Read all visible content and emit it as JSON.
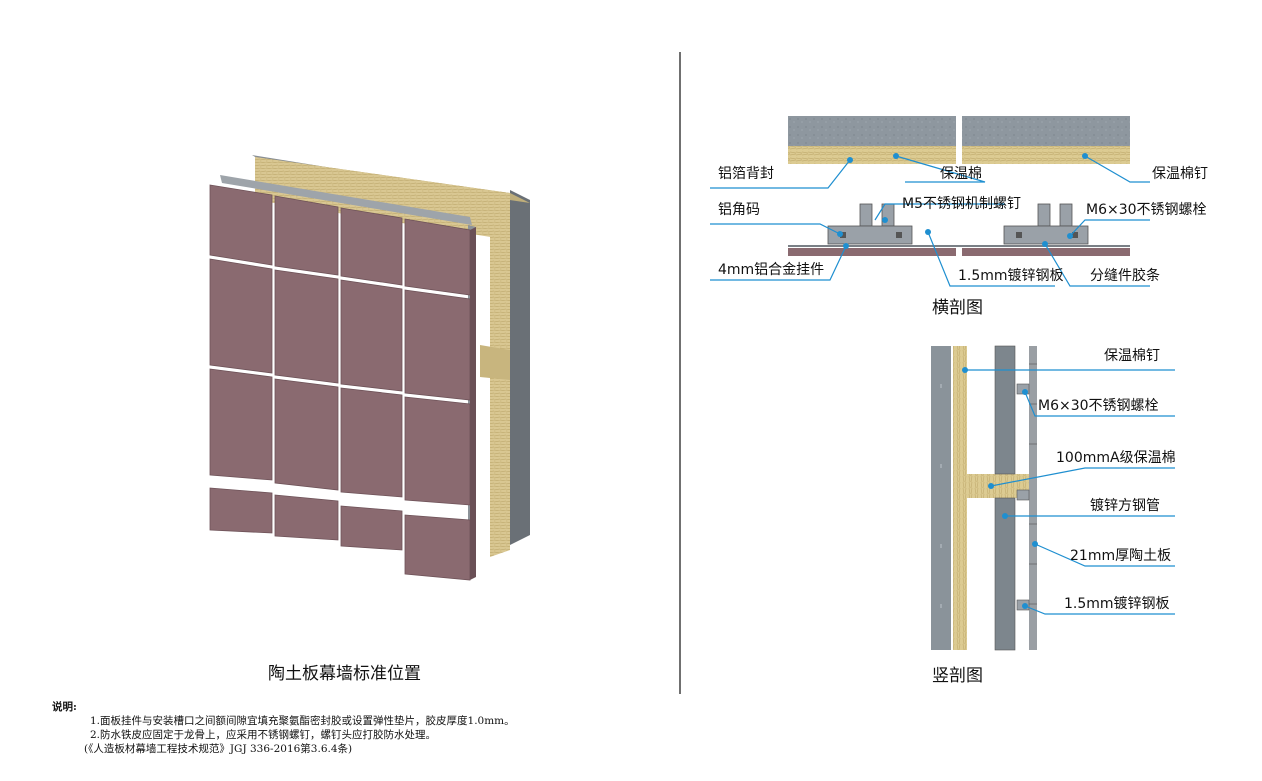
{
  "captions": {
    "left": "陶土板幕墙标准位置",
    "horizontal": "横剖图",
    "vertical": "竖剖图"
  },
  "horizontal_labels": {
    "foil_backseal": "铝箔背封",
    "insulation": "保温棉",
    "insulation_nail": "保温棉钉",
    "aluminum_angle": "铝角码",
    "m5_screw": "M5不锈钢机制螺钉",
    "m6_bolt": "M6×30不锈钢螺栓",
    "hanger_4mm": "4mm铝合金挂件",
    "steel_plate": "1.5mm镀锌钢板",
    "joint_strip": "分缝件胶条"
  },
  "vertical_labels": {
    "insulation_nail": "保温棉钉",
    "m6_bolt": "M6×30不锈钢螺栓",
    "insulation_100": "100mmA级保温棉",
    "steel_tube": "镀锌方钢管",
    "terracotta_21": "21mm厚陶土板",
    "steel_plate": "1.5mm镀锌钢板"
  },
  "notes": {
    "heading": "说明:",
    "line1": "1.面板挂件与安装槽口之间额间隙宜填充聚氨酯密封胶或设置弹性垫片，胶皮厚度1.0mm。",
    "line2": "2.防水铁皮应固定于龙骨上，应采用不锈钢螺钉，螺钉头应打胶防水处理。",
    "source": "(《人造板材幕墙工程技术规范》JGJ 336-2016第3.6.4条)"
  },
  "colors": {
    "panel": "#8a6a70",
    "insulation": "#d8c690",
    "steel": "#707880",
    "leader": "#1f8fd0"
  }
}
